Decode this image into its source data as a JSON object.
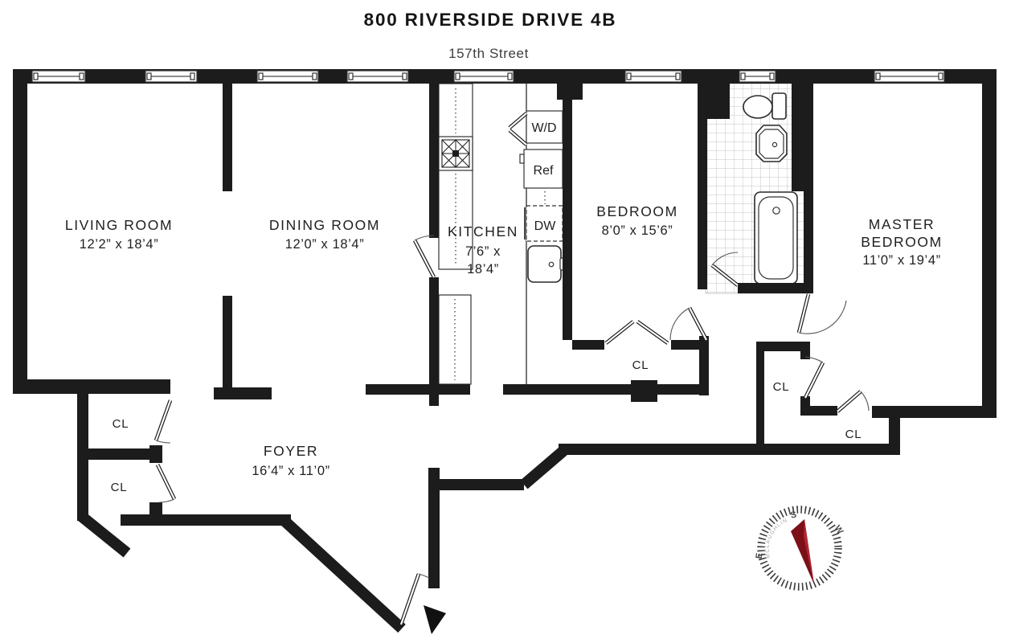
{
  "title": "800 RIVERSIDE DRIVE 4B",
  "subtitle": "157th Street",
  "rooms": {
    "living": {
      "name": "LIVING ROOM",
      "dims": "12’2” x 18’4”"
    },
    "dining": {
      "name": "DINING ROOM",
      "dims": "12’0” x 18’4”"
    },
    "kitchen": {
      "name": "KITCHEN",
      "dims_line1": "7’6” x",
      "dims_line2": "18’4”"
    },
    "bedroom": {
      "name": "BEDROOM",
      "dims": "8’0” x 15’6”"
    },
    "master": {
      "name_line1": "MASTER",
      "name_line2": "BEDROOM",
      "dims": "11’0” x 19’4”"
    },
    "foyer": {
      "name": "FOYER",
      "dims": "16’4” x 11’0”"
    }
  },
  "labels": {
    "closet_foyer_upper": "CL",
    "closet_foyer_lower": "CL",
    "closet_bedroom": "CL",
    "closet_hall": "CL",
    "closet_master": "CL",
    "washer_dryer": "W/D",
    "refrigerator": "Ref",
    "dishwasher": "DW"
  },
  "compass": {
    "top": "S",
    "right": "W",
    "left": "E",
    "copyright": "©2015 KYLE MCLAUGHLIN"
  },
  "colors": {
    "wall": "#1c1c1c",
    "needle_dark": "#7c1019",
    "needle_light": "#b02532",
    "tick_ring": "#3a3a3a",
    "entry_arrow": "#111111"
  }
}
